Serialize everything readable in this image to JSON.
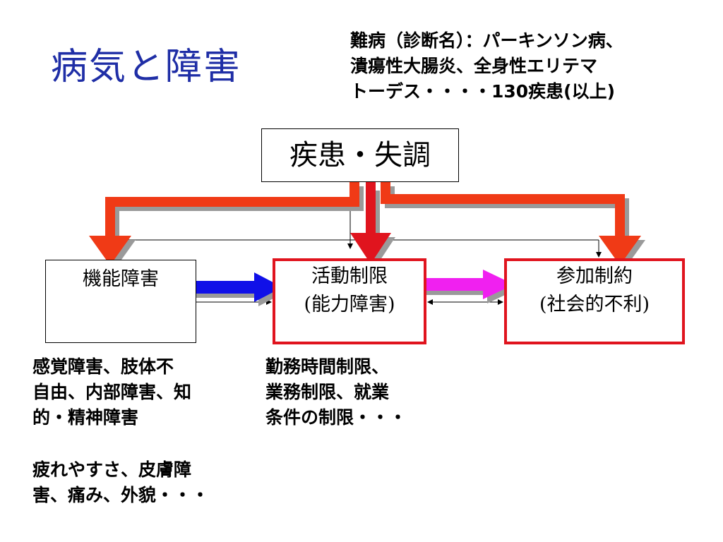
{
  "title": "病気と障害",
  "note": {
    "lines": [
      "難病（診断名）：パーキンソン病、",
      "潰瘍性大腸炎、全身性エリテマ",
      "トーデス・・・・130疾患(以上)"
    ]
  },
  "boxes": {
    "disease": {
      "label": "疾患・失調"
    },
    "impairment": {
      "label": "機能障害"
    },
    "activity": {
      "line1": "活動制限",
      "line2": "(能力障害)"
    },
    "participation": {
      "line1": "参加制約",
      "line2": "(社会的不利)"
    }
  },
  "descriptions": {
    "impairment_1": [
      "感覚障害、肢体不",
      "自由、内部障害、知",
      "的・精神障害"
    ],
    "impairment_2": [
      "疲れやすさ、皮膚障",
      "害、痛み、外貌・・・"
    ],
    "activity": [
      "勤務時間制限、",
      "業務制限、就業",
      "条件の制限・・・"
    ]
  },
  "colors": {
    "title": "#1f2ea6",
    "red_arrow": "#f03a16",
    "red_box": "#e0141e",
    "blue_arrow": "#1010e8",
    "magenta_arrow": "#f020f0",
    "shadow": "#9a9a9a"
  }
}
